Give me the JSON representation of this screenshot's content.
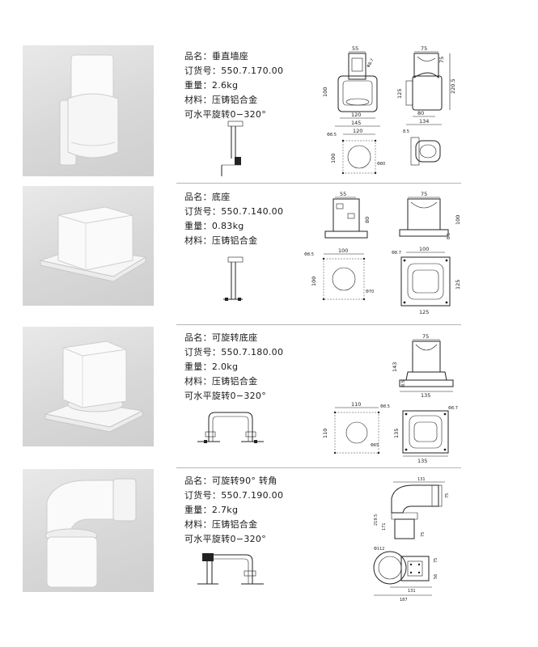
{
  "products": [
    {
      "name_line": "品名：垂直墙座",
      "order_line": "订货号：550.7.170.00",
      "weight_line": "重量：2.6kg",
      "material_line": "材料：压铸铝合金",
      "rotation_line": "可水平旋转0−320°",
      "dims": {
        "a": "55",
        "b": "Φ8.7",
        "c": "100",
        "d": "120",
        "e": "145",
        "f": "75",
        "g": "75",
        "h": "220.5",
        "i": "125",
        "j": "80",
        "k": "134",
        "l": "Φ8.5",
        "m": "120",
        "n": "100",
        "o": "Φ80",
        "p": "8.5"
      }
    },
    {
      "name_line": "品名：底座",
      "order_line": "订货号：550.7.140.00",
      "weight_line": "重量：0.83kg",
      "material_line": "材料：压铸铝合金",
      "dims": {
        "a": "55",
        "b": "80",
        "c": "75",
        "d": "100",
        "e": "8.5",
        "f": "Φ8.5",
        "g": "100",
        "h": "100",
        "i": "Φ70",
        "j": "Φ8.7",
        "k": "100",
        "l": "125",
        "m": "125"
      }
    },
    {
      "name_line": "品名：可旋转底座",
      "order_line": "订货号：550.7.180.00",
      "weight_line": "重量：2.0kg",
      "material_line": "材料：压铸铝合金",
      "rotation_line": "可水平旋转0−320°",
      "dims": {
        "a": "75",
        "b": "143",
        "c": "8.5",
        "d": "135",
        "e": "110",
        "f": "Φ8.5",
        "g": "110",
        "h": "Φ65",
        "i": "Φ8.7",
        "j": "135",
        "k": "135"
      }
    },
    {
      "name_line": "品名：可旋转90° 转角",
      "order_line": "订货号：550.7.190.00",
      "weight_line": "重量：2.7kg",
      "material_line": "材料：压铸铝合金",
      "rotation_line": "可水平旋转0−320°",
      "dims": {
        "a": "131",
        "b": "75",
        "c": "219.5",
        "d": "171",
        "e": "75",
        "f": "Φ112",
        "g": "75",
        "h": "56",
        "i": "131",
        "j": "187"
      }
    }
  ]
}
